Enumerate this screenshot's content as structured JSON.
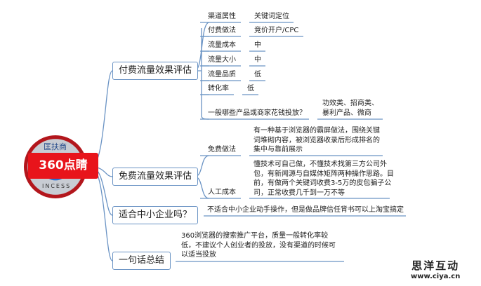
{
  "root": {
    "label": "360点睛",
    "logo_text_top": "匡扶商",
    "logo_text_bottom": "INCESS"
  },
  "branches": [
    {
      "label": "付费流量效果评估",
      "children": [
        {
          "label": "渠道属性",
          "value": "关键词定位"
        },
        {
          "label": "付费做法",
          "value": "竞价开户/CPC"
        },
        {
          "label": "流量成本",
          "value": "中"
        },
        {
          "label": "流量大小",
          "value": "中"
        },
        {
          "label": "流量品质",
          "value": "低"
        },
        {
          "label": "转化率",
          "value": "低"
        },
        {
          "label": "一般哪些产品或商家花钱投放？",
          "value": "功效类、招商类、暴利产品、微商"
        }
      ]
    },
    {
      "label": "免费流量效果评估",
      "children": [
        {
          "label": "免费做法",
          "value": "有一种基于浏览器的霸屏做法，围绕关键词堆砌内容，被浏览器收录后形成排名的集中与靠前展示"
        },
        {
          "label": "人工成本",
          "value": "懂技术可自己做，不懂技术找第三方公司外包，有新闻源与自媒体矩阵两种操作思路。目前，有做两个关键词收费3-5万的皮包骗子公司，正常收费几千到一万不等"
        }
      ]
    },
    {
      "label": "适合中小企业吗？",
      "text": "不适合中小企业动手操作，但是做品牌信任背书可以上淘宝搞定"
    },
    {
      "label": "一句话总结",
      "text": "360浏览器的搜索推广平台，质量一般转化率较低，不建议个人创业者的投放，没有渠道的时候可以适当投放"
    }
  ],
  "watermark": {
    "cn": "思洋互动",
    "url": "www.ciya.cn"
  },
  "colors": {
    "line": "#6a93c4",
    "banner": "#e8141b"
  }
}
